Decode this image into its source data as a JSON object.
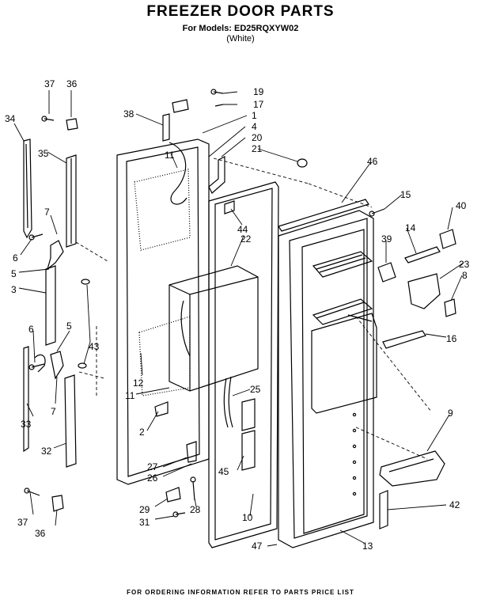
{
  "header": {
    "title": "FREEZER DOOR PARTS",
    "models": "For Models: ED25RQXYW02",
    "color": "(White)"
  },
  "footer": {
    "note": "FOR ORDERING INFORMATION REFER TO PARTS PRICE LIST"
  },
  "callouts": [
    "37",
    "36",
    "34",
    "35",
    "7",
    "6",
    "5",
    "3",
    "43",
    "6",
    "5",
    "7",
    "33",
    "32",
    "37",
    "36",
    "38",
    "19",
    "17",
    "1",
    "4",
    "20",
    "21",
    "11",
    "44",
    "22",
    "12",
    "11",
    "2",
    "27",
    "26",
    "29",
    "31",
    "28",
    "45",
    "25",
    "10",
    "47",
    "46",
    "15",
    "40",
    "14",
    "39",
    "23",
    "8",
    "16",
    "9",
    "42",
    "13"
  ]
}
